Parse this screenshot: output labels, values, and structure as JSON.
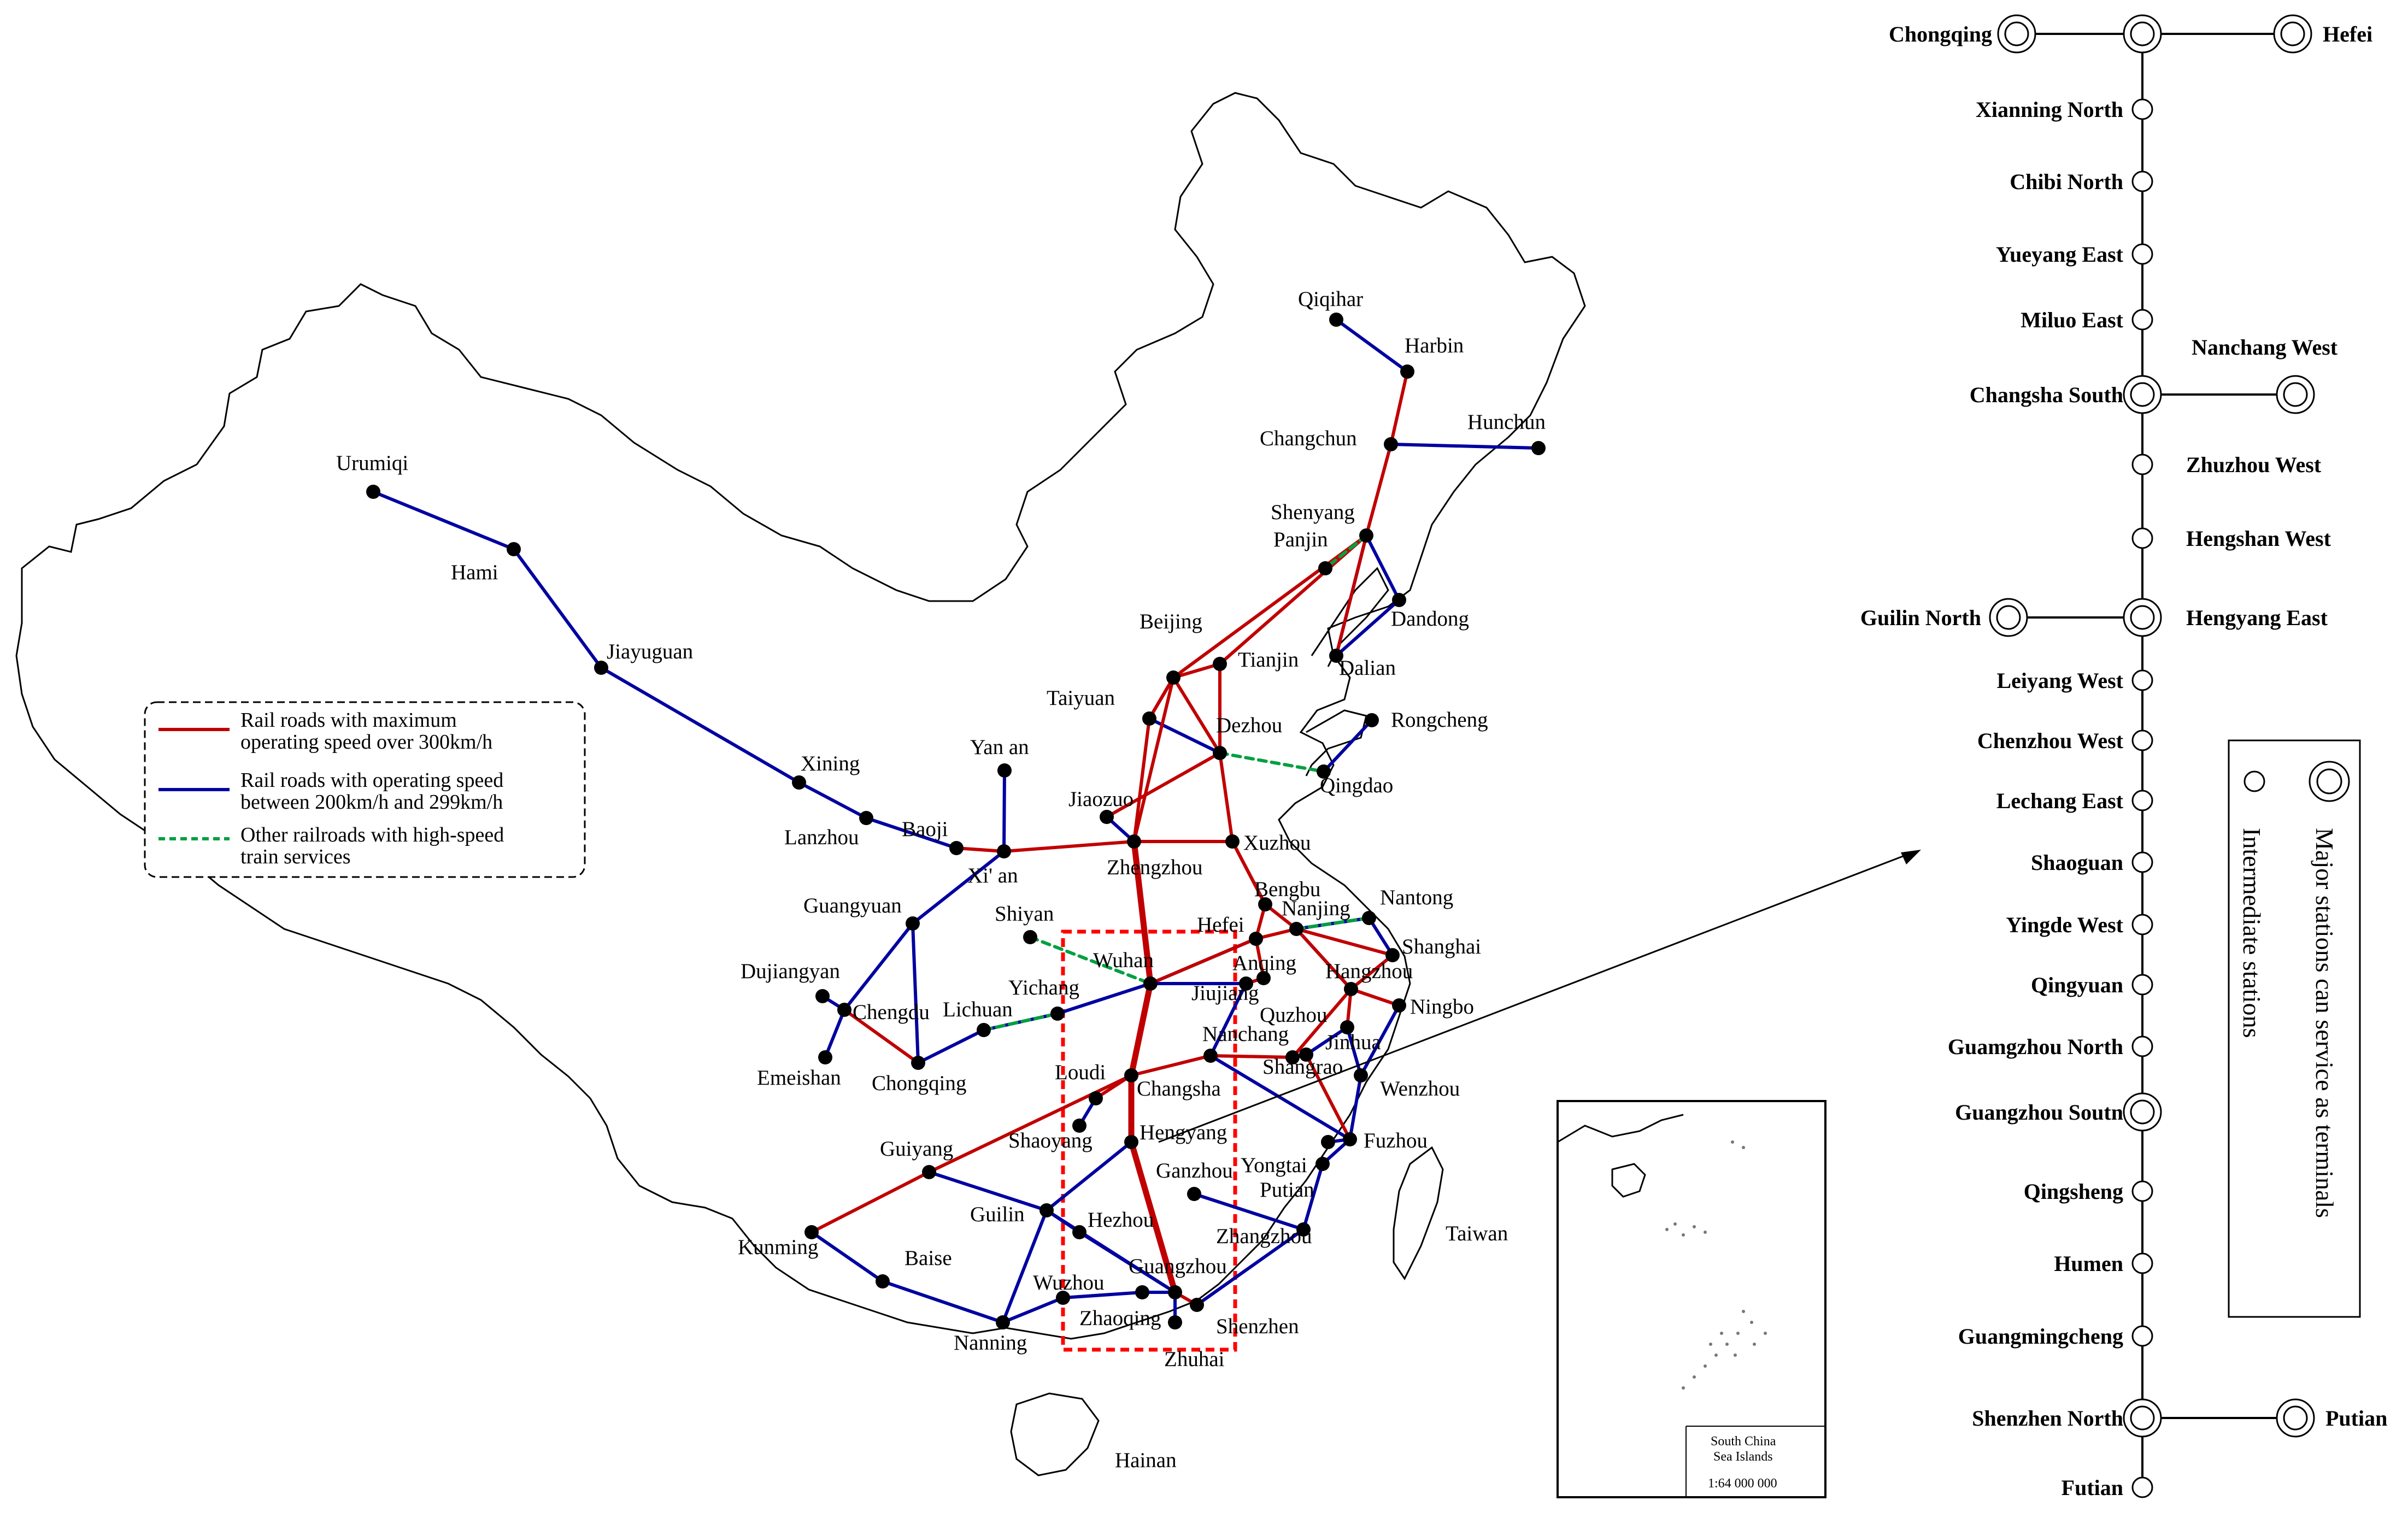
{
  "colors": {
    "red_line": "#c00000",
    "blue_line": "#0000a0",
    "green_dash": "#00a040",
    "highlight_box": "#ff0000"
  },
  "legend": {
    "red": "Rail roads with maximum operating speed over 300km/h",
    "blue": "Rail roads with operating speed between 200km/h and 299km/h",
    "green": "Other railroads with high-speed train services",
    "red_lines": [
      "Rail roads with maximum",
      "operating speed over 300km/h"
    ],
    "blue_lines": [
      "Rail roads with operating speed",
      "between 200km/h and 299km/h"
    ],
    "green_lines": [
      "Other railroads with high-speed",
      "train services"
    ]
  },
  "cities": [
    "Urumiqi",
    "Hami",
    "Jiayuguan",
    "Xining",
    "Lanzhou",
    "Baoji",
    "Xi' an",
    "Yan an",
    "Taiyuan",
    "Beijing",
    "Tianjin",
    "Dezhou",
    "Jiaozuo",
    "Zhengzhou",
    "Xuzhou",
    "Qiqihar",
    "Harbin",
    "Changchun",
    "Hunchun",
    "Shenyang",
    "Panjin",
    "Dandong",
    "Dalian",
    "Rongcheng",
    "Qingdao",
    "Bengbu",
    "Nantong",
    "Nanjing",
    "Hefei",
    "Shanghai",
    "Hangzhou",
    "Ningbo",
    "Anqing",
    "Jiujiang",
    "Wuhan",
    "Shiyan",
    "Yichang",
    "Lichuan",
    "Guangyuan",
    "Dujiangyan",
    "Chengdu",
    "Emeishan",
    "Chongqing",
    "Nanchang",
    "Quzhou",
    "Jinhua",
    "Shangrao",
    "Wenzhou",
    "Changsha",
    "Loudi",
    "Shaoyang",
    "Hengyang",
    "Yongtai",
    "Fuzhou",
    "Putian",
    "Ganzhou",
    "Guiyang",
    "Kunming",
    "Guilin",
    "Hezhou",
    "Zhangzhou",
    "Guangzhou",
    "Wuzhou",
    "Zhaoqing",
    "Shenzhen",
    "Zhuhai",
    "Baise",
    "Nanning",
    "Hainan",
    "Taiwan"
  ],
  "inset": {
    "title_lines": [
      "South China",
      "Sea Islands"
    ],
    "scale": "1:64 000 000"
  },
  "route_diagram": {
    "stations": [
      "Chongqing",
      "Hefei",
      "Xianning North",
      "Chibi North",
      "Yueyang East",
      "Miluo East",
      "Nanchang West",
      "Changsha South",
      "Zhuzhou West",
      "Hengshan West",
      "Guilin North",
      "Hengyang East",
      "Leiyang West",
      "Chenzhou West",
      "Lechang East",
      "Shaoguan",
      "Yingde West",
      "Qingyuan",
      "Guamgzhou North",
      "Guangzhou Soutn",
      "Qingsheng",
      "Humen",
      "Guangmingcheng",
      "Shenzhen North",
      "Putian",
      "Futian"
    ],
    "legend": {
      "major": "Major stations can service as terminals",
      "intermediate": "Intermediate stations"
    }
  }
}
